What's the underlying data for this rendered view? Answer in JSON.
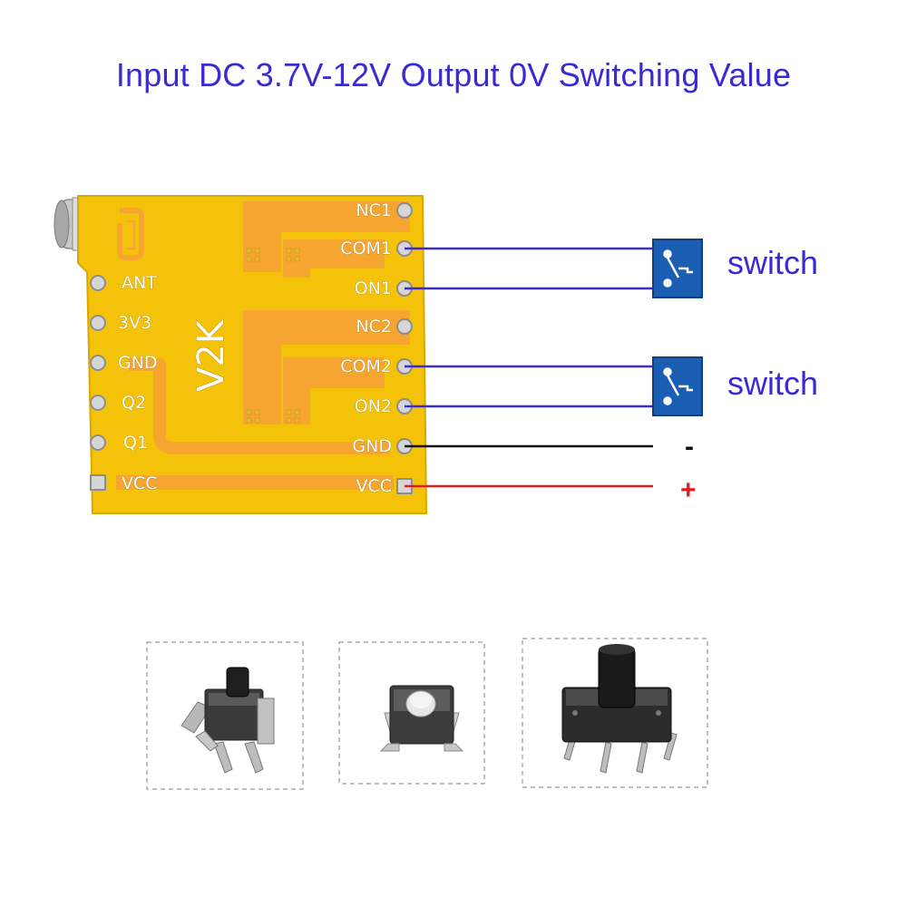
{
  "title": "Input DC 3.7V-12V  Output 0V Switching Value",
  "module": {
    "model": "V2K",
    "left_pins": [
      "ANT",
      "3V3",
      "GND",
      "Q2",
      "Q1",
      "VCC"
    ],
    "right_pins": [
      "NC1",
      "COM1",
      "ON1",
      "NC2",
      "COM2",
      "ON2",
      "GND",
      "VCC"
    ]
  },
  "wiring": {
    "switch1_label": "switch",
    "switch2_label": "switch",
    "gnd_sign": "-",
    "vcc_sign": "+"
  },
  "colors": {
    "title": "#3a2ad4",
    "pcb": "#f5c20a",
    "trace": "#f7a531",
    "signal_wire": "#3a2ad4",
    "gnd_wire": "#111111",
    "vcc_wire": "#e11b22",
    "switch_box": "#1a5fb4"
  },
  "buttons": [
    {
      "icon": "right-angle-tactile-switch-icon"
    },
    {
      "icon": "smd-tactile-switch-icon"
    },
    {
      "icon": "through-hole-tactile-switch-icon"
    }
  ]
}
